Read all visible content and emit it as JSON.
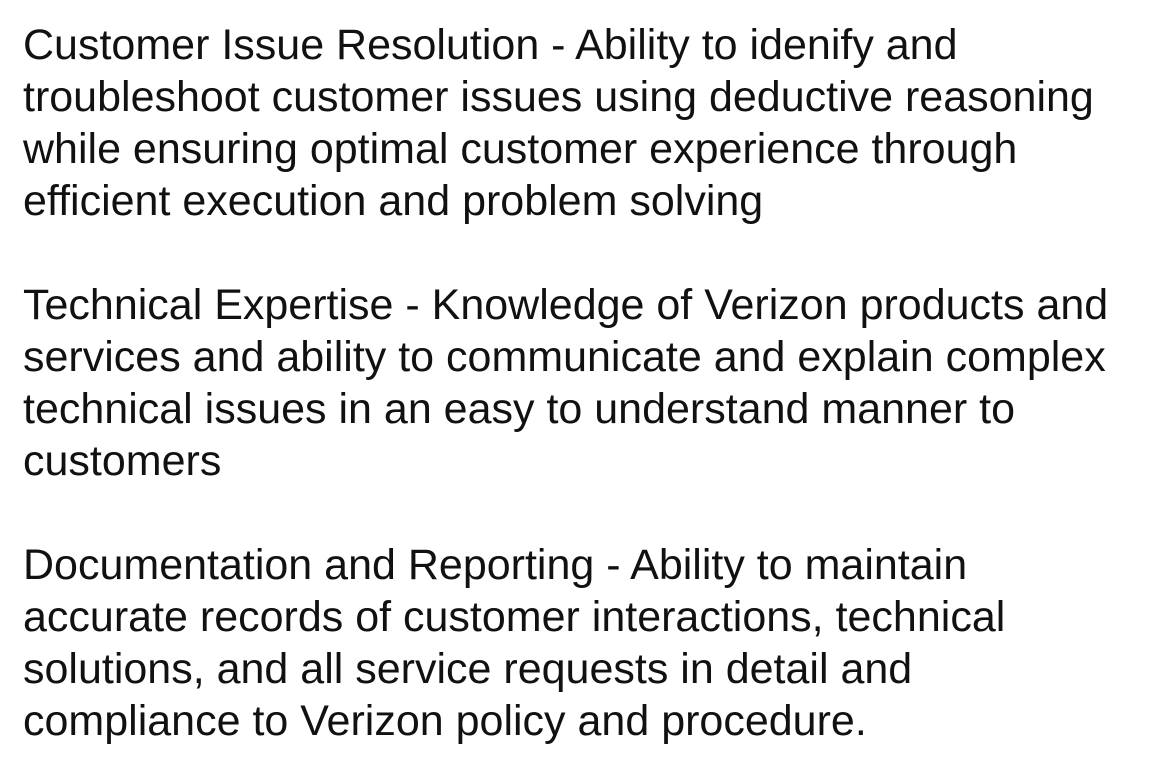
{
  "skills": [
    {
      "lines": [
        "Customer Issue Resolution - Ability to idenify and",
        "troubleshoot customer issues using deductive reasoning",
        "while ensuring optimal customer experience through",
        "efficient execution and problem solving"
      ]
    },
    {
      "lines": [
        "Technical Expertise - Knowledge of Verizon products and",
        "services and ability to communicate and explain complex",
        "technical issues in an easy to understand manner to",
        "customers"
      ]
    },
    {
      "lines": [
        "Documentation and Reporting - Ability to maintain",
        "accurate records of customer interactions, technical",
        "solutions, and all service requests in detail and",
        "compliance to Verizon policy and procedure."
      ]
    }
  ]
}
